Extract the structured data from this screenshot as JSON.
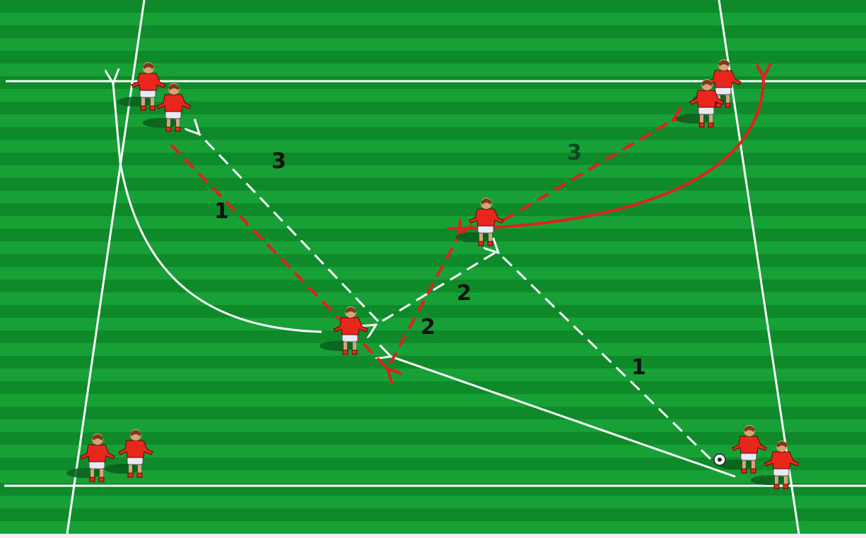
{
  "diagram": {
    "colors": {
      "field_dark": "#0e8a2a",
      "field_light": "#17a035",
      "line_white": "#ffffff",
      "pass_red": "#e0201a",
      "label_black": "#111111",
      "label_dark_green": "#0b4a1c",
      "jersey_red": "#e8261c",
      "shorts_white": "#e9e9f5",
      "skin": "#d9a27a",
      "hair": "#7a3b1c",
      "shadow": "#0b5d1c",
      "ball": "#ffffff"
    },
    "labels": {
      "label_1_left": "1",
      "label_1_right": "1",
      "label_2_center": "2",
      "label_2_mid": "2",
      "label_3_left": "3",
      "label_3_right": "3"
    }
  }
}
